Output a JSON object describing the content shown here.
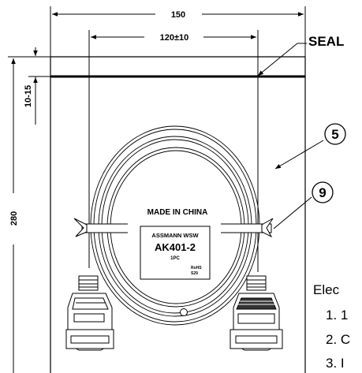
{
  "dimensions": {
    "width_total": "150",
    "width_inner": "120±10",
    "seal_offset": "10-15",
    "height_total": "280"
  },
  "callouts": {
    "seal": "SEAL",
    "bag": "5",
    "tie": "9"
  },
  "label_card": {
    "origin": "MADE IN CHINA",
    "brand": "ASSMANN WSW",
    "part_number": "AK401-2",
    "quantity": "1PC",
    "rohs": "RoHS",
    "rohs_code": "S29"
  },
  "notes": {
    "heading": "Elec",
    "items": [
      "1. 1",
      "2. C",
      "3. I"
    ]
  }
}
